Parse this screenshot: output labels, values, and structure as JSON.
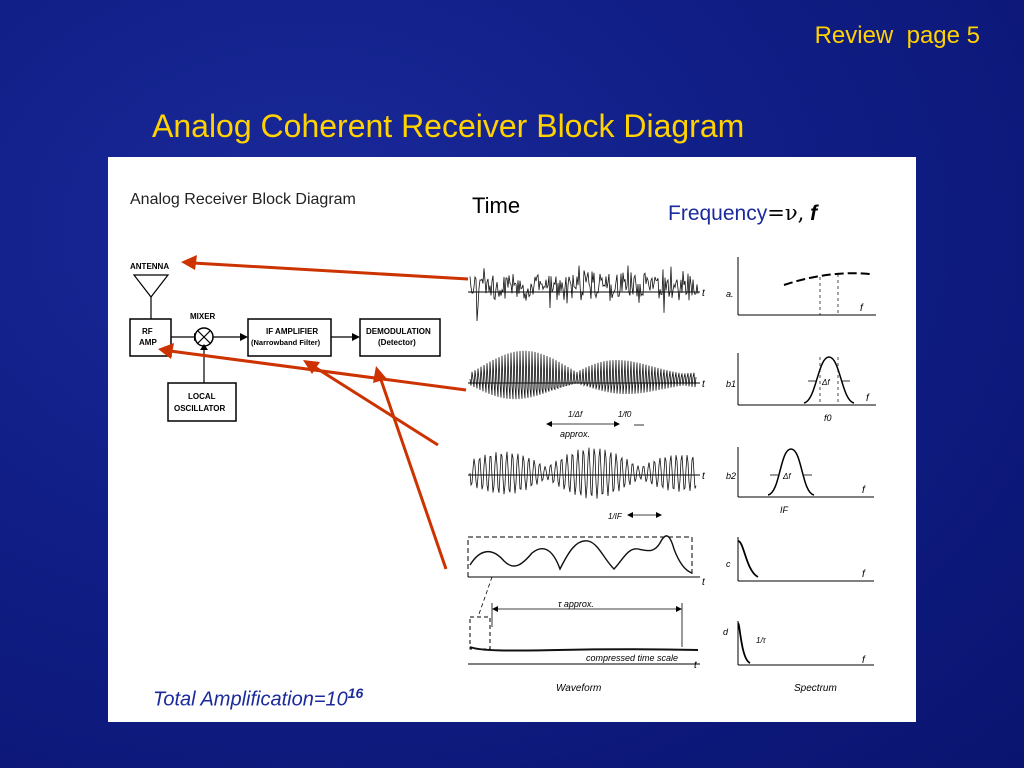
{
  "slide": {
    "number_label": "Review  page 5",
    "title": "Analog Coherent Receiver Block Diagram",
    "accent_color": "#ffd200",
    "background_color": "#101e86",
    "arrow_color": "#cc3300"
  },
  "figure": {
    "block_title": "Analog Receiver Block Diagram",
    "blocks": {
      "antenna": "ANTENNA",
      "rf_amp_line1": "RF",
      "rf_amp_line2": "AMP",
      "mixer": "MIXER",
      "local_osc_line1": "LOCAL",
      "local_osc_line2": "OSCILLATOR",
      "if_amp_line1": "IF AMPLIFIER",
      "if_amp_line2": "(Narrowband Filter)",
      "demod_line1": "DEMODULATION",
      "demod_line2": "(Detector)"
    },
    "time_label": "Time",
    "frequency_label": "Frequency",
    "frequency_eq": "=",
    "frequency_nu": "ν",
    "frequency_comma": ",",
    "frequency_f": "f",
    "waveform_annotations": {
      "t": "t",
      "one_over_delta_f": "1/Δf",
      "approx": "approx.",
      "one_over_f0": "1/f0",
      "one_over_if": "1/IF",
      "tau_approx": "τ approx.",
      "compressed": "compressed  time scale",
      "waveform": "Waveform"
    },
    "spectrum_annotations": {
      "a": "a.",
      "b1": "b1",
      "b2": "b2",
      "c": "c",
      "d": "d",
      "f": "f",
      "delta_f": "Δf",
      "f0": "f0",
      "if_label": "IF",
      "one_over_tau": "1/τ",
      "spectrum": "Spectrum"
    },
    "total_amp_prefix": "Total Amplification=10",
    "total_amp_exp": "16"
  }
}
